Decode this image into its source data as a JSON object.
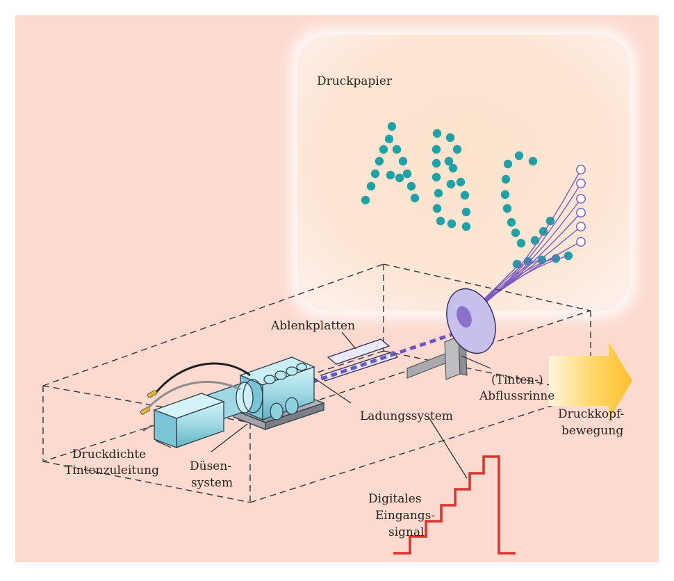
{
  "diagram": {
    "paper_label": "Druckpapier",
    "printed_letters": "ABC",
    "labels": {
      "deflection_plates": "Ablenkplatten",
      "ink_gutter_line1": "(Tinten-)",
      "ink_gutter_line2": "Abflussrinne",
      "charging_system": "Ladungssystem",
      "print_head_motion_line1": "Druckkopf-",
      "print_head_motion_line2": "bewegung",
      "ink_supply_line1": "Druckdichte",
      "ink_supply_line2": "Tintenzuleitung",
      "nozzle_line1": "Düsen-",
      "nozzle_line2": "system",
      "digital_signal_line1": "Digitales",
      "digital_signal_line2": "Eingangs-",
      "digital_signal_line3": "signal"
    },
    "colors": {
      "background": "#fcdad0",
      "paper": "#fde6d5",
      "ink_dot": "#1fa1a6",
      "trajectory": "#7a5cc0",
      "signal": "#d8352a",
      "arrow": "#ffc23a",
      "machine": "#9fd8e4"
    }
  }
}
